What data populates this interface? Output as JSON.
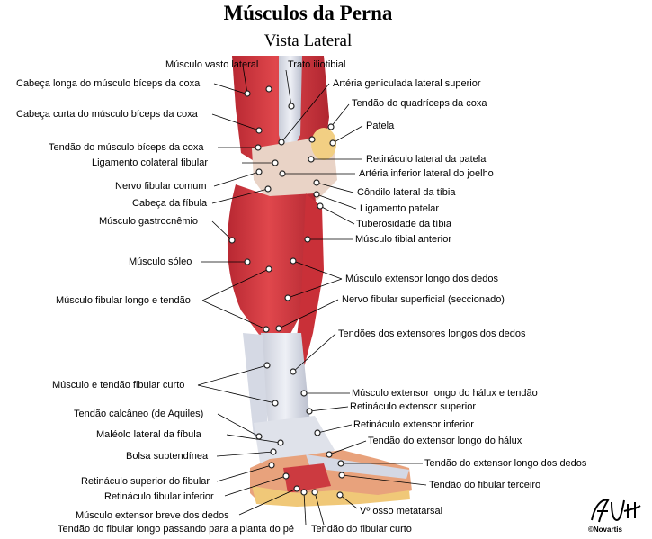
{
  "title": "Músculos da Perna",
  "subtitle": "Vista Lateral",
  "labels": {
    "vasto_lateral": "Músculo vasto lateral",
    "trato_iliotibial": "Trato iliotibial",
    "cabeca_longa": "Cabeça longa do músculo bíceps da coxa",
    "art_genic_sup": "Artéria geniculada lateral superior",
    "tendao_quadriceps": "Tendão do quadríceps da coxa",
    "cabeca_curta": "Cabeça curta do músculo bíceps da coxa",
    "patela": "Patela",
    "tendao_biceps": "Tendão do músculo bíceps da coxa",
    "retinaculo_patela": "Retináculo lateral da patela",
    "lig_colateral": "Ligamento colateral fibular",
    "art_inf_joelho": "Artéria inferior lateral do joelho",
    "nervo_fibular": "Nervo fibular comum",
    "condilo_tibia": "Côndilo lateral da tíbia",
    "cabeca_fibula": "Cabeça da fíbula",
    "lig_patelar": "Ligamento patelar",
    "gastrocnemio": "Músculo gastrocnêmio",
    "tuberosidade": "Tuberosidade da tíbia",
    "tibial_anterior": "Músculo tibial anterior",
    "soleo": "Músculo sóleo",
    "ext_longo_dedos": "Músculo extensor longo dos dedos",
    "fibular_longo": "Músculo fibular longo e tendão",
    "nervo_sup": "Nervo fibular superficial (seccionado)",
    "tendoes_ext": "Tendões dos extensores longos dos dedos",
    "fibular_curto": "Músculo e tendão fibular curto",
    "ext_halux": "Músculo extensor longo do hálux e tendão",
    "calcaneo": "Tendão calcâneo (de Aquiles)",
    "ret_ext_sup": "Retináculo extensor superior",
    "ret_ext_inf": "Retináculo extensor inferior",
    "maleolo": "Maléolo lateral da fíbula",
    "tendao_ext_halux": "Tendão do extensor longo do hálux",
    "bolsa": "Bolsa subtendínea",
    "tendao_ext_dedos": "Tendão do extensor longo dos dedos",
    "ret_sup_fibular": "Retináculo superior do fibular",
    "tendao_fib_terceiro": "Tendão do fibular terceiro",
    "ret_fib_inf": "Retináculo fibular inferior",
    "quinto_metatarsal": "Vº osso metatarsal",
    "ext_breve": "Músculo extensor breve dos dedos",
    "tendao_fib_longo": "Tendão do fibular longo passando para a planta do pé",
    "tendao_fib_curto": "Tendão do fibular curto"
  },
  "signature": {
    "text": "F. Netter",
    "copyright": "©Novartis"
  },
  "colors": {
    "muscle": "#d8383e",
    "muscle_dark": "#a8202a",
    "tendon": "#d8dde8",
    "bone": "#f0c878",
    "marker": "#ffffff",
    "marker_ring": "#222222"
  }
}
